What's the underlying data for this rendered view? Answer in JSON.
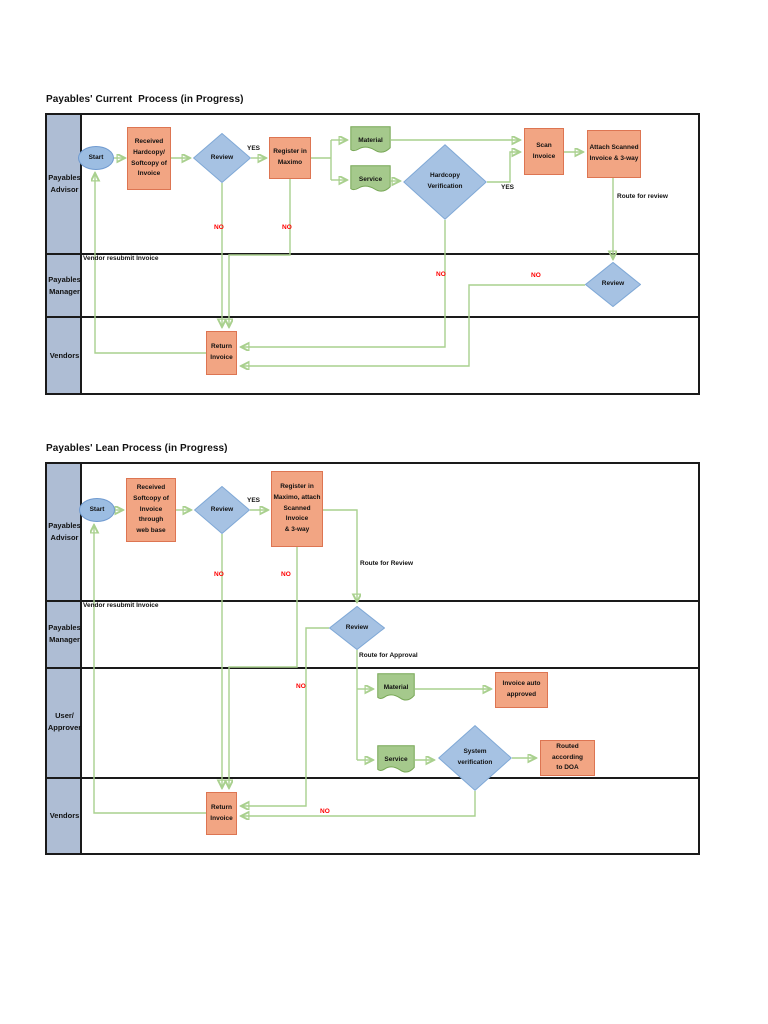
{
  "colors": {
    "process_fill": "#F2A583",
    "process_border": "#DD7552",
    "decision_fill": "#A6C2E3",
    "decision_border": "#7FA8D6",
    "terminator_fill": "#9CBDE2",
    "document_fill": "#A5C98C",
    "document_border": "#77A755",
    "connector_line": "#A9D08E",
    "arrowhead": "#4F9A28",
    "lane_header_fill": "#AEBDD4",
    "table_border": "#1A1A1A",
    "no_label": "#FF0000"
  },
  "diagram1": {
    "title": "Payables' Current  Process (in Progress)",
    "lanes": [
      {
        "label": "Payables\nAdvisor"
      },
      {
        "label": "Payables\nManager"
      },
      {
        "label": "Vendors"
      }
    ],
    "manager_note": "Vendor resubmit Invoice",
    "nodes": {
      "start": "Start",
      "received": "Received\nHardcopy/\nSoftcopy of\nInvoice",
      "review": "Review",
      "register": "Register in\nMaximo",
      "material": "Material",
      "service": "Service",
      "verification": "Hardcopy\nVerification",
      "scan": "Scan\nInvoice",
      "attach": "Attach Scanned\nInvoice & 3-way",
      "manager_review": "Review",
      "return_invoice": "Return\nInvoice"
    },
    "labels": {
      "yes_review": "YES",
      "yes_verification": "YES",
      "no_review": "NO",
      "no_register": "NO",
      "no_verification": "NO",
      "no_manager_review": "NO",
      "route_for_review": "Route for review"
    }
  },
  "diagram2": {
    "title": "Payables' Lean Process (in Progress)",
    "lanes": [
      {
        "label": "Payables\nAdvisor"
      },
      {
        "label": "Payables\nManager"
      },
      {
        "label": "User/\nApprover"
      },
      {
        "label": "Vendors"
      }
    ],
    "manager_note": "Vendor resubmit Invoice",
    "nodes": {
      "start": "Start",
      "received": "Received\nSoftcopy of\nInvoice through\nweb base",
      "review": "Review",
      "register": "Register in\nMaximo, attach\nScanned  Invoice\n& 3-way",
      "manager_review": "Review",
      "material": "Material",
      "invoice_auto": "Invoice auto\napproved",
      "service": "Service",
      "system_verification": "System\nverification",
      "routed_doa": "Routed according\nto DOA",
      "return_invoice": "Return\nInvoice"
    },
    "labels": {
      "yes_review": "YES",
      "no_review": "NO",
      "no_register": "NO",
      "no_manager_review": "NO",
      "no_system_verification": "NO",
      "route_for_review": "Route for Review",
      "route_for_approval": "Route for Approval"
    }
  }
}
